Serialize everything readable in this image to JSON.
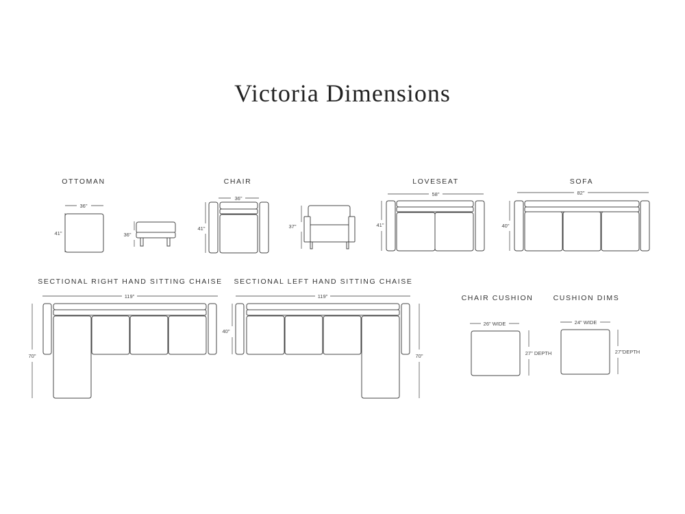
{
  "title": "Victoria Dimensions",
  "sections": {
    "ottoman": "OTTOMAN",
    "chair": "CHAIR",
    "loveseat": "LOVESEAT",
    "sofa": "SOFA",
    "sectional_right": "SECTIONAL RIGHT HAND SITTING CHAISE",
    "sectional_left": "SECTIONAL LEFT HAND SITTING CHAISE",
    "chair_cushion": "CHAIR CUSHION",
    "cushion_dims": "CUSHION DIMS"
  },
  "dims": {
    "ottoman_width": "36\"",
    "ottoman_depth": "41\"",
    "ottoman_height": "36\"",
    "chair_width": "36\"",
    "chair_depth": "41\"",
    "chair_height": "37\"",
    "loveseat_width": "58\"",
    "loveseat_depth": "41\"",
    "sofa_width": "82\"",
    "sofa_depth": "40\"",
    "sect_right_width": "119\"",
    "sect_right_depth": "70\"",
    "sect_left_width": "119\"",
    "sect_left_depth": "40\"",
    "sect_left_chaise": "70\"",
    "chair_cushion_width": "26\" WIDE",
    "chair_cushion_depth": "27\" DEPTH",
    "cushion_dims_width": "24\" WIDE",
    "cushion_dims_depth": "27\"DEPTH"
  }
}
